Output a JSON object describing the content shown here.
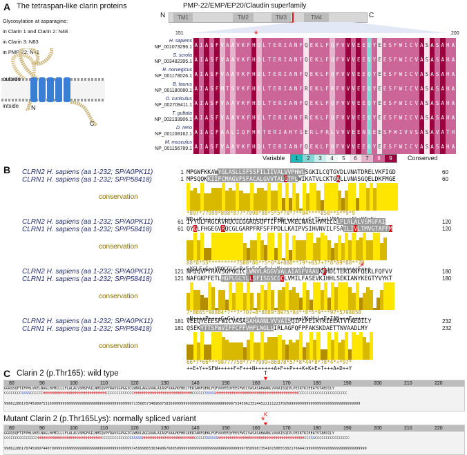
{
  "panelA": {
    "letter": "A",
    "title": "The tetraspan-like clarin proteins",
    "glyco_heading": "Glycosylation at asparagine:",
    "glyco_lines": [
      "in Clarin 1 and Clarin 2:  N48",
      "in Clarin 3: N83",
      "in PMP-22: N41"
    ],
    "outside": "outside",
    "inside": "intside",
    "N": "N",
    "C": "C",
    "superfamily": "PMP-22/EMP/EP20/Claudin superfamily",
    "tm": [
      "TM1",
      "TM2",
      "TM3",
      "TM4"
    ],
    "range_start": "151",
    "range_end": "200",
    "species": [
      {
        "name": "H. sapiens",
        "acc": "NP_001073296.1",
        "seq": "AIASFVAAVKFHDLTERIANFQEKLFQFVVVEEQYEESFWICVASASAHA"
      },
      {
        "name": "S. scrofa",
        "acc": "NP_003482395.1",
        "seq": "AIASFVAAVKFHDLTERIANFQEKLFQFVVVEEQYEESFWICVASASAHA"
      },
      {
        "name": "R. norvegicus",
        "acc": "NP_001178026.1",
        "seq": "AIASFVAAVKFHDLTERIANFQEKLFQFVVVEEQYEESFWICVASASAHA"
      },
      {
        "name": "B. taurus",
        "acc": "NP_001180080.1",
        "seq": "AIASFMTSVKFHDLTERIANFREKLFRFVVVEEQYEESFWICVASASAHA"
      },
      {
        "name": "O. cuniculus",
        "acc": "NP_002709411.1",
        "seq": "AIASFVAAVKFHDLTERIANFQEKLFQFVVVEEQYEESFWICVASASAHA"
      },
      {
        "name": "T. guttata",
        "acc": "NP_002193906.1",
        "seq": "AIASFVAAVKFHELTERIANFREKLFQFVVVEEQYEESFWICVASASAHA"
      },
      {
        "name": "D. rerio",
        "acc": "NP_001108162.1",
        "seq": "AIACFAALIQFHKTERIAHYSERLFRLVVVEENQEESFWIVVSASAVATHG"
      },
      {
        "name": "M. musculus",
        "acc": "NP_001156789.1",
        "seq": "AIASFVAAVKFHDLTERIANFQEKLFQFVVVEEQYEESFWICVASASAHA"
      }
    ],
    "legend_variable": "Variable",
    "legend_conserved": "Conserved",
    "legend_scores": [
      "1",
      "2",
      "3",
      "4",
      "5",
      "6",
      "7",
      "8",
      "9"
    ],
    "legend_colors": [
      "#1fb8b8",
      "#87d6d6",
      "#c9ecec",
      "#eef6f6",
      "#ffffff",
      "#f5e6ee",
      "#e6b3cc",
      "#cc6699",
      "#99003d"
    ]
  },
  "panelB": {
    "letter": "B",
    "blocks": [
      {
        "l1": "CLRN2   H. sapiens (aa 1-232; SP/A0PK11)",
        "n1s": "1",
        "s1": "MPGWFKKAWYGLASLLSFSSFILIIVALVVPHWLSGKILCQTGVDLVNATDRELVKFIGD",
        "n1e": "60",
        "l2": "CLRN1   H. sapiens (aa 1-232; SP/P58418)",
        "n2s": "1",
        "s2": "MPSQQKKIIFCMAGVFSFACALGVVTALGTPLWIKATVLCKTGALLVNASGQELDKFMGE",
        "n2e": "60",
        "cons_label": "conservation",
        "score": "*897*77999*898*877*7998*88*5*5*70*7**84****858**5**9*9",
        "consensus": "MP++K+++++++++++++++++++++++P+W++++++++C+TG++LVNA++++EL+KF+G+"
      },
      {
        "l1": "CLRN2   H. sapiens (aa 1-232; SP/A0PK11)",
        "n1s": "61",
        "s1": "IYYGLFRGCKVRQCGLGGRQSQFTIFPHLVKELNAGLHVMILLLFLALALVSMGFAI",
        "n1e": "120",
        "l2": "CLRN1   H. sapiens (aa 1-232; SP/P58418)",
        "n2s": "61",
        "s2": "QYGLFHGEGVRQCGLGARPFRFSFFPDLLKAIPVSIHVNVILFSAILIVLTMVGTAFFM",
        "n2e": "120",
        "cons_label": "conservation",
        "score": "88*8*55*********7588*86**5*0*4+888**79*+857+7*8*89*88**79",
        "consensus": "+YGLF+G++VRQCGLG+R+F+F+F+P+L+K+++++++H++++++L++++++++++F+++"
      },
      {
        "l1": "CLRN2   H. sapiens (aa 1-232; SP/A0PK11)",
        "n1s": "121",
        "s1": "NMIQVPYRAVSGPGGICLWNVLAGGVVALAIASFVAAVKFHDLTERIANFQEKLFQFVV",
        "n1e": "180",
        "l2": "CLRN1   H. sapiens (aa 1-232; SP/P58418)",
        "n2s": "121",
        "s2": "NAFGKPFETLHGPLGLYLLSFISGSCGCLVMILFASEVKIHHLSEKIANYKEGTYVYKT",
        "n2e": "180",
        "cons_label": "conservation",
        "score": "7*8865*90884*7**7*707+8*8089*8975*84**8*5*9***97*5798058",
        "consensus": "+N++++P++++G+G+L++++++L++++++++++++++VK+H+L+E+IAN+++E+++++"
      },
      {
        "l1": "CLRN2   H. sapiens (aa 1-232; SP/A0PK11)",
        "n1s": "181",
        "s1": "VEEQYEEESFWICVASASAHAANLVVVAISQIPLPEIKTKIEEATVTAEDILY",
        "n1e": "232",
        "l2": "CLRN1   H. sapiens (aa 1-232; SP/P58418)",
        "n2s": "181",
        "s2": "QSEKYTTSFWVIFFCFFVHFLNGLLIRLAGFQFPFAKSKDAETTNVAADLMY",
        "n2e": "232",
        "cons_label": "conservation",
        "score": "66*7*66***98777758*77*7999+86878*57*8*44*8*78*4*+*97*",
        "consensus": "++E+Y++SFW+++++F+F+++N++++++A+F++P+++K+K+E+T+++A+D++Y"
      }
    ],
    "asterisk": "*"
  },
  "panelC": {
    "letter": "C",
    "wt_title": "Clarin 2 (p.Thr165): wild type",
    "wt_mark": "T",
    "mut_title": "Mutant Clarin 2 (p.Thr165Lys): normally spliced variant",
    "mut_mark": "K",
    "asterisk": "*",
    "ticks": [
      "80",
      "90",
      "100",
      "110",
      "120",
      "130",
      "140",
      "150",
      "160",
      "170",
      "180",
      "190",
      "200",
      "210",
      "220"
    ],
    "wt_seq": "GGRQSQFTIFPHLVKELNAGLHVMILLLFLALALVSMGFAILNMIQVPYRAVSGPGGICLWNVLAGGVVALAIASFVAAVKFHDLTERIANFQEKLFQFVVVEEQYEESFWICVASASAHAANLVVVAISQIPLPEIKTKIEEATVTAEDILY",
    "wt_ss": "CCCCCCCCSSSSCCCCCCHHHHHHHHHHHHHHHHHHHHHHHHHHHHHCCCCCCCCCCCCCHHHHHHHHHHHHHHHHHHHHHHHHHHHCCCCCCSSSSSHHHHHHHHHHHHHHHHHHHHHHHHHHHHHHHHHHHHHHCCCCCCCCCCCCCCCCCCCCCCC",
    "wt_conf": "998622861787459897531699999999999999999999999999999999999997135685734896875836999999999999999999999999999875345962352445221112237026999999999999999999999999999999999",
    "mut_seq": "GGRQSQFTIFPHLVKELNAGLHVMILLLFLALALVSMGFAILNMIQVPYRAVSGPGGICLWNVLAGGVVALAIASFVAAVKFHDLKERIANFQEKLFQFVVVEEQYEESFWICVASASAHAANLVVVAISQIPLPEIKTKIEEATVTAEDILY",
    "mut_ss": "CCCCCCCCCCCCCCCHHHHHHHHHHHHHHHHHHHHHHHHHHHHHHCCCCCCCCCCCCCSSSSSSHHHHHHHHHHHHHHHHHHHHHHHHCCCCCSSSSSSHHHHHHHHHHHHHHHHHHHHHHHHHHHHHHHHHHHHHHHHCCCSSCCCCCCCCCCCCCCCC",
    "mut_conf": "998622861787459897440799999999999999999999999999999999999997459998653634986768059999999999999999999999999999999785899873541015065530217664419999999999999999999999999999"
  }
}
